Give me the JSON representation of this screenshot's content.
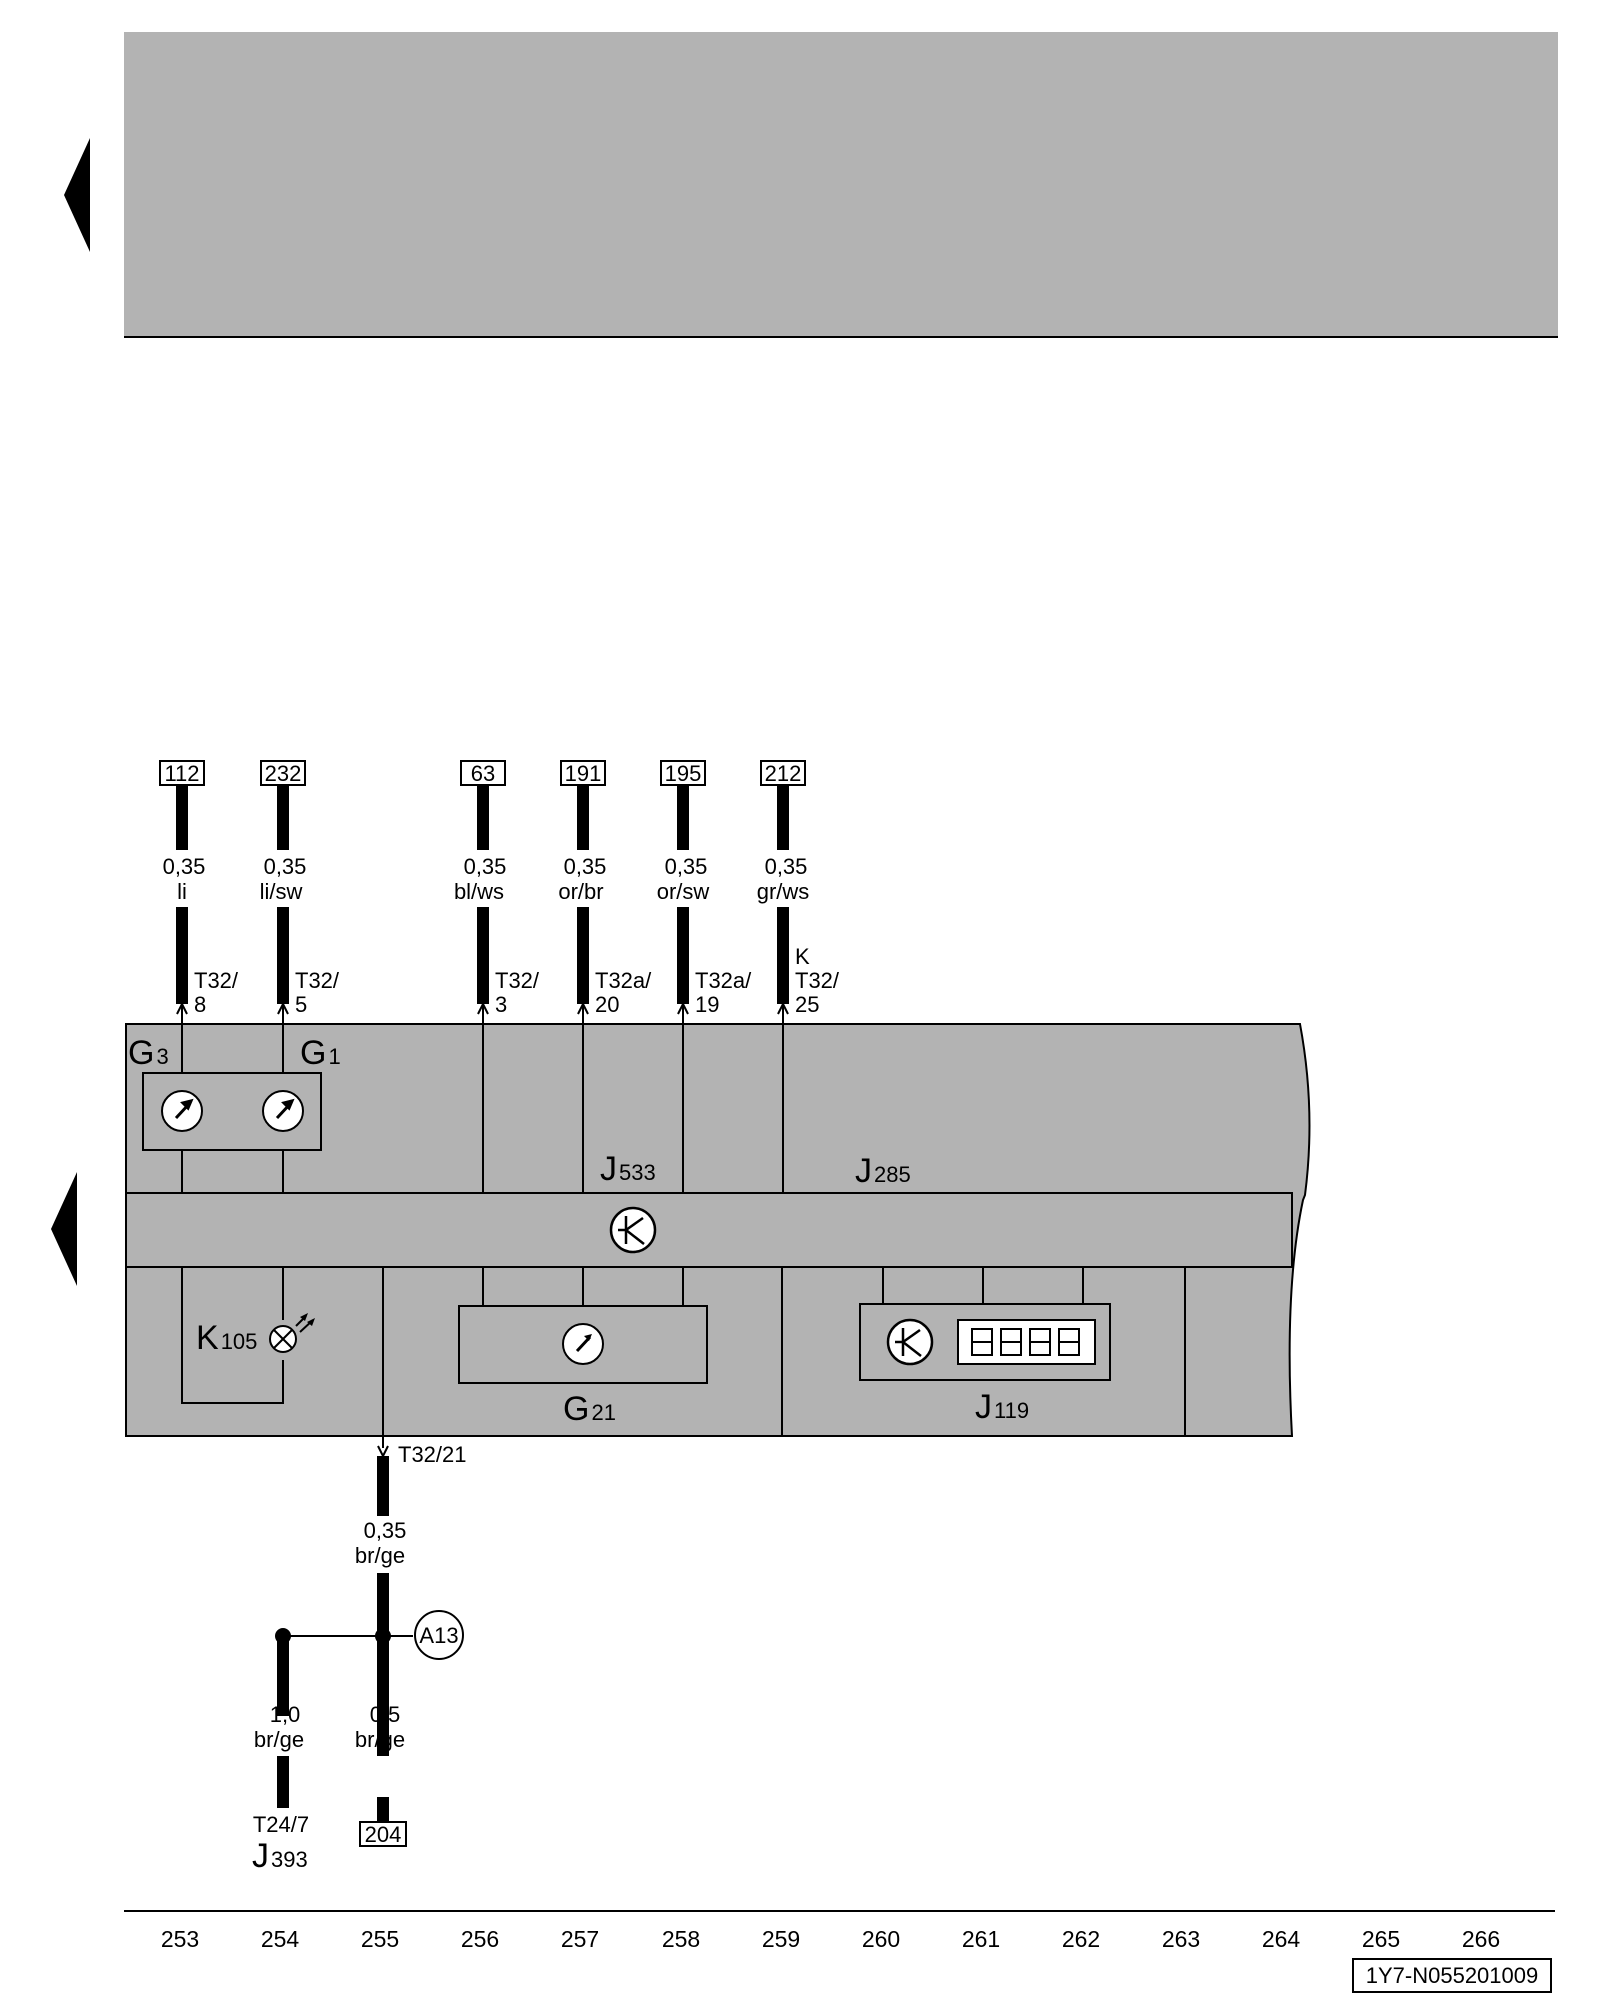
{
  "refs": {
    "r112": "112",
    "r232": "232",
    "r63": "63",
    "r191": "191",
    "r195": "195",
    "r212": "212",
    "r204": "204"
  },
  "wires": {
    "w1": {
      "size": "0,35",
      "color": "li",
      "pin_a": "T32/",
      "pin_b": "8"
    },
    "w2": {
      "size": "0,35",
      "color": "li/sw",
      "pin_a": "T32/",
      "pin_b": "5"
    },
    "w3": {
      "size": "0,35",
      "color": "bl/ws",
      "pin_a": "T32/",
      "pin_b": "3"
    },
    "w4": {
      "size": "0,35",
      "color": "or/br",
      "pin_a": "T32a/",
      "pin_b": "20"
    },
    "w5": {
      "size": "0,35",
      "color": "or/sw",
      "pin_a": "T32a/",
      "pin_b": "19"
    },
    "w6": {
      "size": "0,35",
      "color": "gr/ws",
      "pin_k": "K",
      "pin_a": "T32/",
      "pin_b": "25"
    },
    "ground": {
      "pin": "T32/21",
      "size": "0,35",
      "color": "br/ge"
    },
    "left": {
      "size": "1,0",
      "color": "br/ge",
      "pin": "T24/7"
    },
    "right": {
      "size": "0,5",
      "color": "br/ge"
    }
  },
  "components": {
    "g3": {
      "letter": "G",
      "sub": "3"
    },
    "g1": {
      "letter": "G",
      "sub": "1"
    },
    "j533": {
      "letter": "J",
      "sub": "533"
    },
    "j285": {
      "letter": "J",
      "sub": "285"
    },
    "k105": {
      "letter": "K",
      "sub": "105"
    },
    "g21": {
      "letter": "G",
      "sub": "21"
    },
    "j119": {
      "letter": "J",
      "sub": "119"
    },
    "j393": {
      "letter": "J",
      "sub": "393"
    }
  },
  "connection_point": "A13",
  "axis": [
    "253",
    "254",
    "255",
    "256",
    "257",
    "258",
    "259",
    "260",
    "261",
    "262",
    "263",
    "264",
    "265",
    "266"
  ],
  "doc_id": "1Y7-N055201009",
  "colors": {
    "panel": "#b3b3b3",
    "ink": "#000000"
  }
}
